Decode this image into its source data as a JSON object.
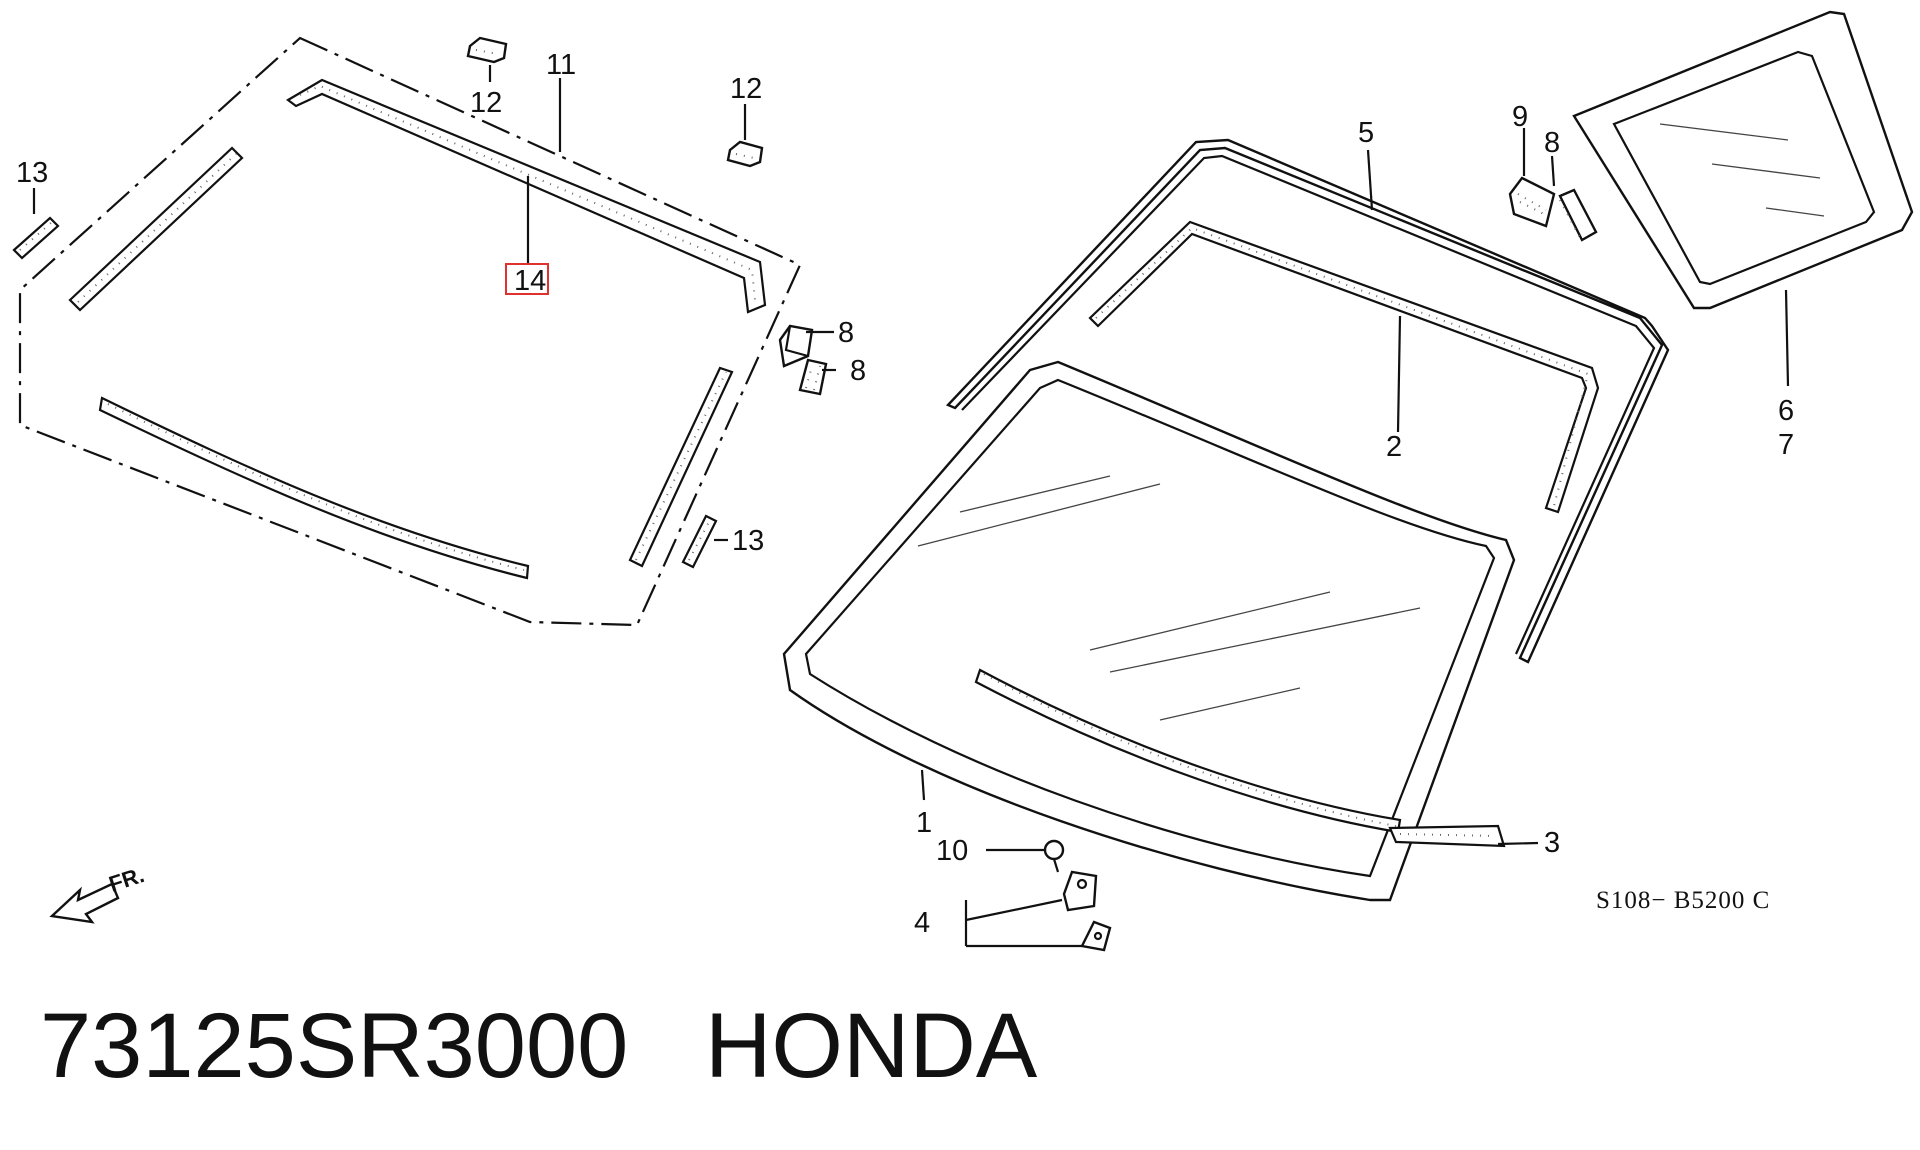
{
  "footer": {
    "part_number": "73125SR3000",
    "brand": "HONDA"
  },
  "diagram_code": "S108− B5200 C",
  "direction_label": "FR.",
  "highlight_color": "#e0302f",
  "callouts": {
    "c1": "1",
    "c2": "2",
    "c3": "3",
    "c4": "4",
    "c5": "5",
    "c6": "6",
    "c7": "7",
    "c8a": "8",
    "c8b": "8",
    "c8c": "8",
    "c9": "9",
    "c10": "10",
    "c11": "11",
    "c12a": "12",
    "c12b": "12",
    "c13a": "13",
    "c13b": "13",
    "c14": "14"
  }
}
